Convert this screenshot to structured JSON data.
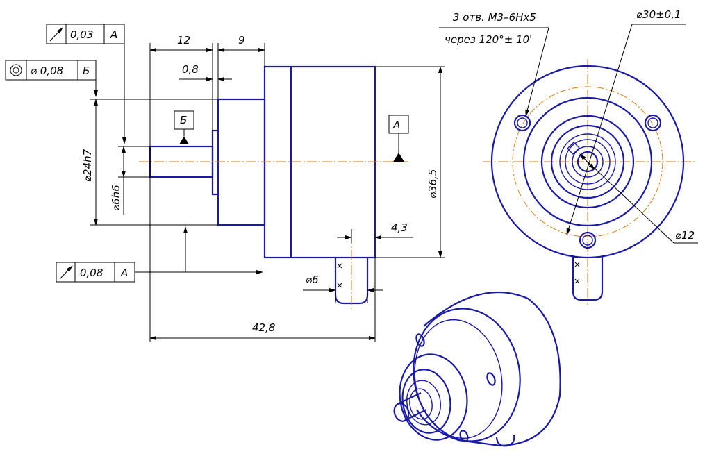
{
  "colors": {
    "outline": "#1a1aa6",
    "centerline": "#e07a10",
    "dimension": "#000000"
  },
  "tolerances": {
    "runout_top": {
      "symbol": "runout-arrow",
      "value": "0,03",
      "datum": "А"
    },
    "concentricity": {
      "symbol": "concentricity-circles",
      "value": "⌀ 0,08",
      "datum": "Б"
    },
    "runout_bottom": {
      "symbol": "runout-arrow",
      "value": "0,08",
      "datum": "А"
    }
  },
  "datums": {
    "b": "Б",
    "a": "А"
  },
  "dimensions": {
    "len_12": "12",
    "len_9": "9",
    "len_0_8": "0,8",
    "dia_24h7": "⌀24h7",
    "dia_6h6": "⌀6h6",
    "dia_36_5": "⌀36,5",
    "len_4_3": "4,3",
    "dia_6": "⌀6",
    "len_42_8": "42,8",
    "holes_line1": "3 отв. М3–6Нх5",
    "holes_line2": "через 120°± 10'",
    "dia_30": "⌀30±0,1",
    "dia_12": "⌀12"
  }
}
